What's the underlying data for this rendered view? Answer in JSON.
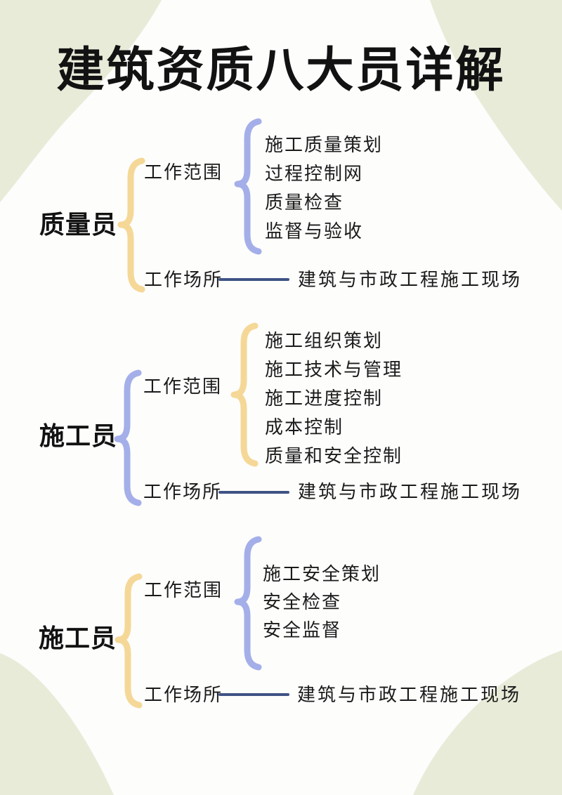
{
  "title": "建筑资质八大员详解",
  "colors": {
    "background_green": "#e9ebd9",
    "panel_white": "#fdfdfc",
    "brace_yellow": "#f5d897",
    "brace_blue": "#a4afe9",
    "connector_navy": "#3f5384",
    "text": "#121212"
  },
  "sections": [
    {
      "role": "质量员",
      "scope_label": "工作范围",
      "scope_items": [
        "施工质量策划",
        "过程控制网",
        "质量检查",
        "监督与验收"
      ],
      "place_label": "工作场所",
      "place_value": "建筑与市政工程施工现场"
    },
    {
      "role": "施工员",
      "scope_label": "工作范围",
      "scope_items": [
        "施工组织策划",
        "施工技术与管理",
        "施工进度控制",
        "成本控制",
        "质量和安全控制"
      ],
      "place_label": "工作场所",
      "place_value": "建筑与市政工程施工现场"
    },
    {
      "role": "施工员",
      "scope_label": "工作范围",
      "scope_items": [
        "施工安全策划",
        "安全检查",
        "安全监督"
      ],
      "place_label": "工作场所",
      "place_value": "建筑与市政工程施工现场"
    }
  ]
}
